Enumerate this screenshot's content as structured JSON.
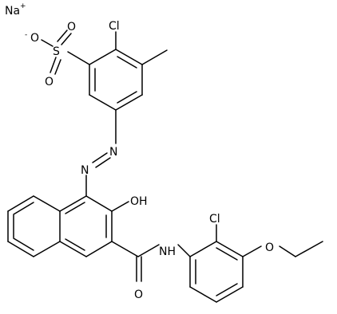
{
  "structure": {
    "atoms": [
      {
        "id": "na",
        "label": "Na",
        "charge": "+"
      },
      {
        "id": "o_neg",
        "label": "O",
        "charge": "-"
      },
      {
        "id": "s",
        "label": "S",
        "charge": ""
      },
      {
        "id": "o_s1",
        "label": "O",
        "charge": ""
      },
      {
        "id": "o_s2",
        "label": "O",
        "charge": ""
      },
      {
        "id": "cl1",
        "label": "Cl",
        "charge": ""
      },
      {
        "id": "n1",
        "label": "N",
        "charge": ""
      },
      {
        "id": "n2",
        "label": "N",
        "charge": ""
      },
      {
        "id": "oh",
        "label": "OH",
        "charge": ""
      },
      {
        "id": "nh",
        "label": "NH",
        "charge": ""
      },
      {
        "id": "o_co",
        "label": "O",
        "charge": ""
      },
      {
        "id": "cl2",
        "label": "Cl",
        "charge": ""
      },
      {
        "id": "o_et",
        "label": "O",
        "charge": ""
      }
    ]
  }
}
